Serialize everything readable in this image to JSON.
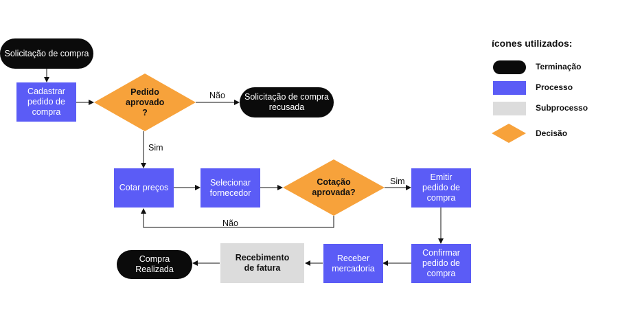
{
  "nodes": {
    "start": "Solicitação de compra",
    "cadastrar": "Cadastrar pedido de compra",
    "pedido_aprovado": "Pedido aprovado ?",
    "recusada": "Solicitação de compra recusada",
    "cotar": "Cotar preços",
    "selecionar": "Selecionar fornecedor",
    "cotacao_aprovada": "Cotação aprovada?",
    "emitir": "Emitir pedido de compra",
    "confirmar": "Confirmar pedido de compra",
    "receber": "Receber mercadoria",
    "recebimento_fatura": "Recebimento de fatura",
    "end": "Compra Realizada"
  },
  "edges": {
    "nao_1": "Não",
    "sim_1": "Sim",
    "sim_2": "Sim",
    "nao_2": "Não"
  },
  "legend": {
    "title": "ícones utilizados:",
    "terminacao": "Terminação",
    "processo": "Processo",
    "subprocesso": "Subprocesso",
    "decisao": "Decisão"
  },
  "colors": {
    "terminal": "#0b0b0b",
    "process": "#5b5cf6",
    "subprocess": "#dcdcdc",
    "decision": "#f7a23b"
  }
}
